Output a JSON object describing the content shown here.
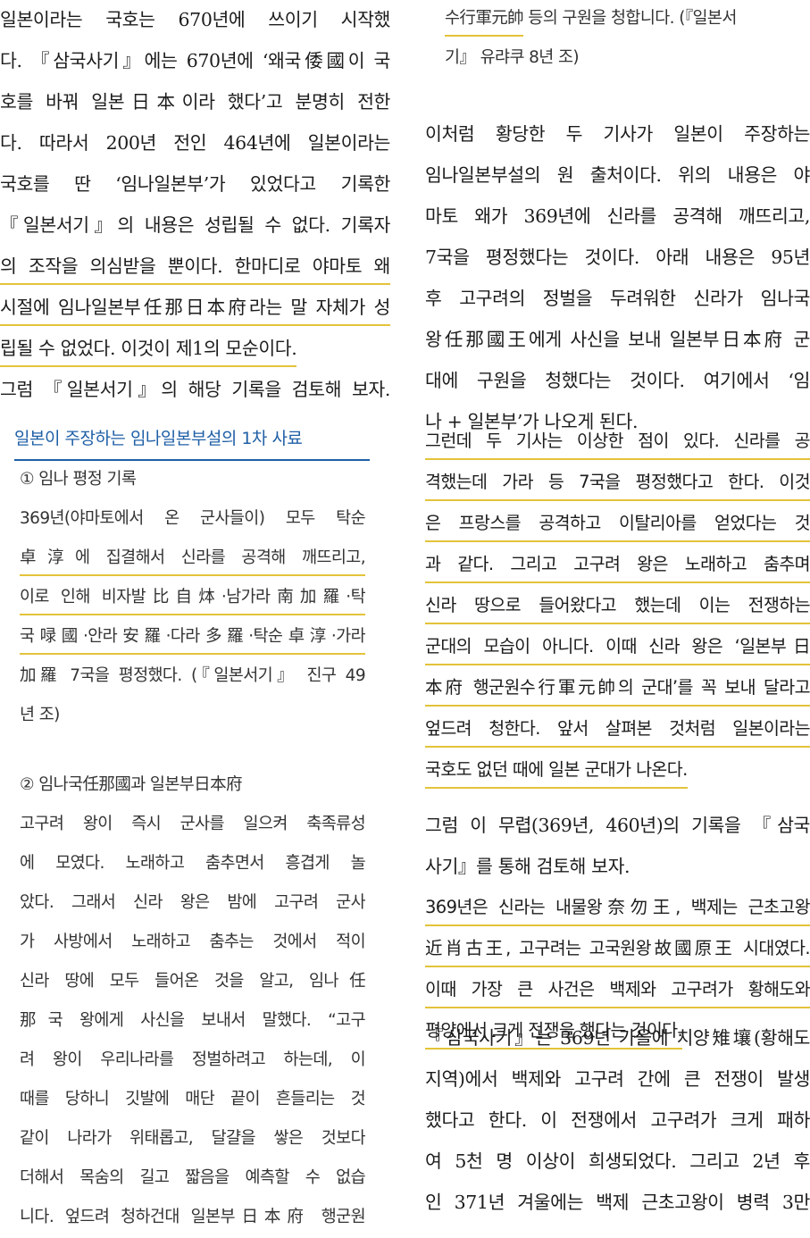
{
  "left": {
    "para1": [
      "일본이라는 국호는 670년에 쓰이기 시작했",
      "다. 『삼국사기』에는 670년에 ‘왜국倭國이 국",
      "호를 바꿔 일본日本이라 했다’고 분명히 전한",
      "다. 따라서 200년 전인 464년에 일본이라는",
      "국호를 딴 ‘임나일본부’가 있었다고 기록한",
      "『일본서기』의 내용은 성립될 수 없다. 기록자",
      "의 조작을 의심받을 뿐이다. 한마디로 야마토 왜",
      "시절에 임나일본부任那日本府라는 말 자체가 성",
      "립될 수 없었다. 이것이 제1의 모순이다.",
      "그럼 『일본서기』의 해당 기록을 검토해 보자."
    ],
    "box_title": "일본이 주장하는 임나일본부설의 1차 사료",
    "item1_title": "① 임나 평정 기록",
    "item1": [
      "369년(야마토에서 온 군사들이) 모두 탁순",
      "卓淳에 집결해서 신라를 공격해 깨뜨리고,",
      "이로 인해 비자발比自㶱·남가라南加羅·탁",
      "국㖨國·안라安羅·다라多羅·탁순卓淳·가라",
      "加羅 7국을 평정했다. (『일본서기』 진구 49",
      "년 조)"
    ],
    "item2_title": "② 임나국任那國과 일본부日本府",
    "item2": [
      "고구려 왕이 즉시 군사를 일으켜 축족류성",
      "에 모였다. 노래하고 춤추면서 흥겹게 놀",
      "았다. 그래서 신라 왕은 밤에 고구려 군사",
      "가 사방에서 노래하고 춤추는 것에서 적이",
      "신라 땅에 모두 들어온 것을 알고, 임나任",
      "那국 왕에게 사신을 보내서 말했다. “고구",
      "려 왕이 우리나라를 정벌하려고 하는데, 이",
      "때를 당하니 깃발에 매단 끝이 흔들리는 것",
      "같이 나라가 위태롭고, 달걀을 쌓은 것보다",
      "더해서 목숨의 길고 짧음을 예측할 수 없습",
      "니다. 엎드려 청하건대 일본부日本府 행군원"
    ]
  },
  "right": {
    "box_cont": [
      "수行軍元帥 등의 구원을 청합니다. (『일본서",
      "기』 유랴쿠 8년 조)"
    ],
    "para1": [
      "이처럼 황당한 두 기사가 일본이 주장하는",
      "임나일본부설의 원 출처이다. 위의 내용은 야",
      "마토 왜가 369년에 신라를 공격해 깨뜨리고,",
      "7국을 평정했다는 것이다. 아래 내용은 95년",
      "후 고구려의 정벌을 두려워한 신라가 임나국",
      "왕任那國王에게 사신을 보내 일본부日本府 군",
      "대에 구원을 청했다는 것이다. 여기에서 ‘임",
      "나 + 일본부’가 나오게 된다."
    ],
    "para2": [
      "그런데 두 기사는 이상한 점이 있다. 신라를 공",
      "격했는데 가라 등 7국을 평정했다고 한다. 이것",
      "은 프랑스를 공격하고 이탈리아를 얻었다는 것",
      "과 같다. 그리고 고구려 왕은 노래하고 춤추며",
      "신라 땅으로 들어왔다고 했는데 이는 전쟁하는",
      "군대의 모습이 아니다. 이때 신라 왕은 ‘일본부日",
      "本府 행군원수行軍元帥의 군대’를 꼭 보내 달라고",
      "엎드려 청한다. 앞서 살펴본 것처럼 일본이라는",
      "국호도 없던 때에 일본 군대가 나온다."
    ],
    "para3": [
      "그럼 이 무렵(369년, 460년)의 기록을 『삼국",
      "사기』를 통해 검토해 보자."
    ],
    "para4": [
      "369년은 신라는 내물왕奈勿王, 백제는 근초고왕",
      "近肖古王, 고구려는 고국원왕故國原王 시대였다.",
      "이때 가장 큰 사건은 백제와 고구려가 황해도와",
      "평양에서 크게 전쟁을 했다는 것이다."
    ],
    "para5": [
      "『삼국사기』는 369년 가을에 치양雉壤(황해도",
      "지역)에서 백제와 고구려 간에 큰 전쟁이 발생",
      "했다고 한다. 이 전쟁에서 고구려가 크게 패하",
      "여 5천 명 이상이 희생되었다. 그리고 2년 후",
      "인 371년 겨울에는 백제 근초고왕이 병력 3만"
    ]
  }
}
